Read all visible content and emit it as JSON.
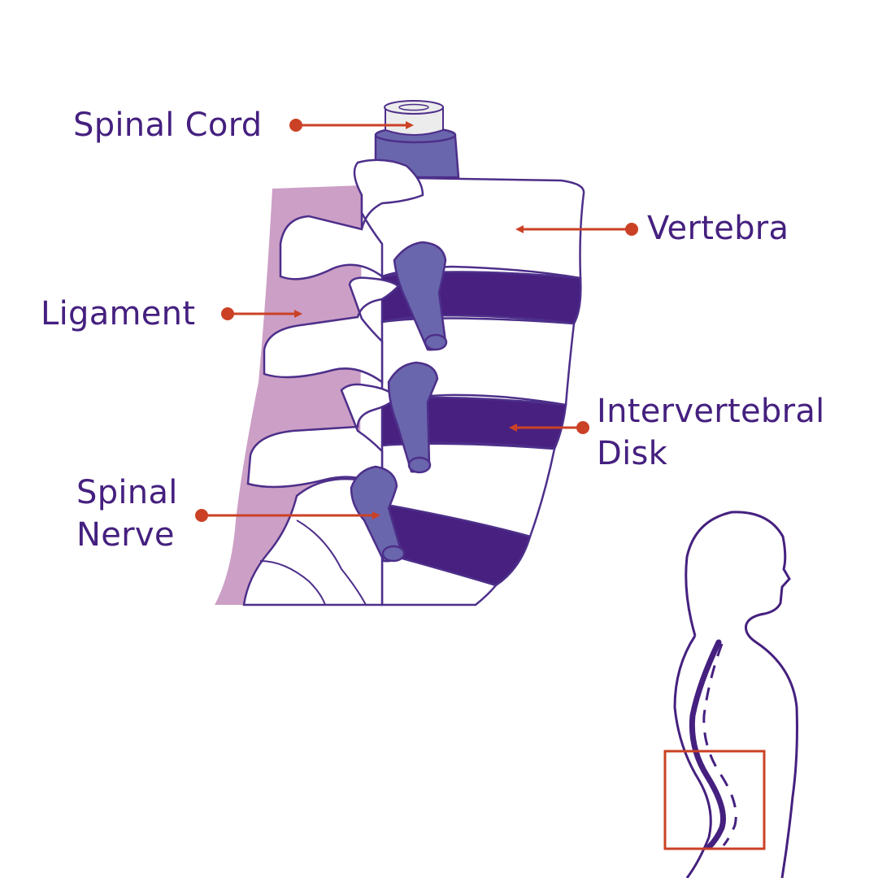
{
  "colors": {
    "label_text": "#45207f",
    "pointer": "#cb4125",
    "outline": "#4d2f8a",
    "disk_fill": "#482080",
    "nerve_fill": "#6a66ad",
    "ligament_fill": "#cc9fc6",
    "bone_fill": "#ffffff",
    "cord_fill": "#ececec",
    "silhouette_stroke": "#45207f",
    "highlight_box": "#cb4125"
  },
  "labels": {
    "spinal_cord": "Spinal Cord",
    "vertebra": "Vertebra",
    "ligament": "Ligament",
    "intervertebral_disk": {
      "line1": "Intervertebral",
      "line2": "Disk"
    },
    "spinal_nerve": {
      "line1": "Spinal",
      "line2": "Nerve"
    }
  }
}
